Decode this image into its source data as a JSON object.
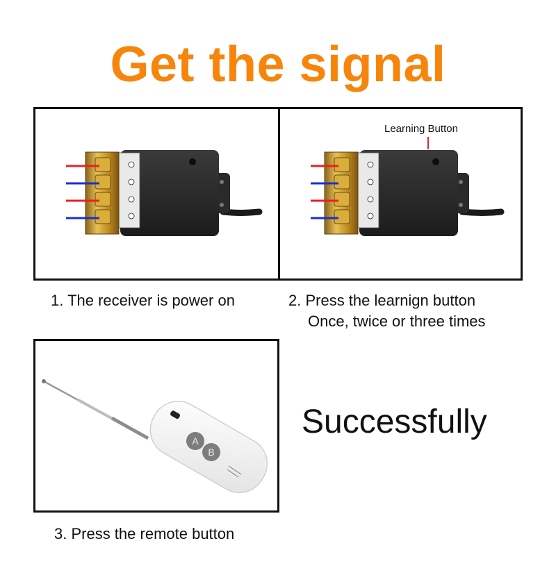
{
  "title": "Get the signal",
  "steps": {
    "step1": {
      "caption": "1. The receiver is power on"
    },
    "step2": {
      "caption_line1": "2. Press the learnign button",
      "caption_line2": "Once, twice or three times",
      "callout": "Learning Button"
    },
    "step3": {
      "caption": "3. Press the remote button"
    }
  },
  "result": "Successfully",
  "remote": {
    "button_a": "A",
    "button_b": "B"
  },
  "colors": {
    "title": "#f7850b",
    "wire_live": "#e8202a",
    "wire_neutral": "#1a2fd6",
    "brass": "#c89a2a",
    "case": "#2b2b2b"
  },
  "icons": [
    "receiver-module-image",
    "remote-control-image"
  ]
}
